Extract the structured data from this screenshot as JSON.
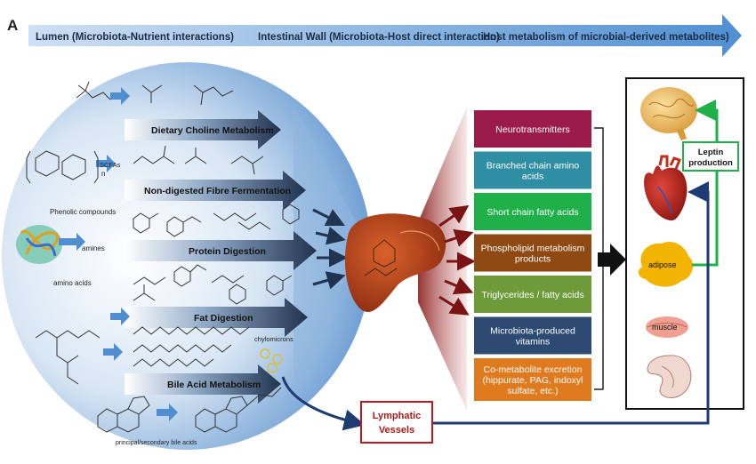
{
  "panel_label": "A",
  "header": {
    "section1": "Lumen (Microbiota-Nutrient interactions)",
    "section2": "Intestinal Wall (Microbiota-Host direct interaction)",
    "section3": "Host metabolism of microbial-derived metabolites)"
  },
  "pathways": [
    "Dietary  Choline Metabolism",
    "Non-digested Fibre Fermentation",
    "Protein Digestion",
    "Fat Digestion",
    "Bile Acid Metabolism"
  ],
  "inputs": {
    "scfas": "SCFAs",
    "phenolic": "Phenolic compounds",
    "amines": "amines",
    "amino_acids": "amino acids",
    "chylomicrons": "chylomicrons",
    "bile_acids": "principal/secondary bile acids",
    "polymer_n": "n"
  },
  "metabolites": [
    {
      "lines": [
        "Neurotransmitters"
      ],
      "color": "#9b1b4a"
    },
    {
      "lines": [
        "Branched chain amino",
        "acids"
      ],
      "color": "#2f8ea3"
    },
    {
      "lines": [
        "Short chain fatty acids"
      ],
      "color": "#1fb04a"
    },
    {
      "lines": [
        "Phospholipid metabolism",
        "products"
      ],
      "color": "#8e4a12"
    },
    {
      "lines": [
        "Triglycerides / fatty acids"
      ],
      "color": "#6f9a3a"
    },
    {
      "lines": [
        "Microbiota-produced",
        "vitamins"
      ],
      "color": "#2c4a72"
    },
    {
      "lines": [
        "Co-metabolite excretion",
        "(hippurate, PAG, indoxyl",
        "sulfate, etc.)"
      ],
      "color": "#e07a1f"
    }
  ],
  "lymphatic": [
    "Lymphatic",
    "Vessels"
  ],
  "leptin": [
    "Leptin",
    "production"
  ],
  "organs": {
    "adipose": "adipose",
    "muscle": "muscle"
  },
  "colors": {
    "header_arrow": "#5b9bd5",
    "pathway_arrow": "#20334f",
    "lymph_line": "#1f3b73",
    "leptin_line": "#1fb04a",
    "lymph_box_border": "#c0181f"
  }
}
